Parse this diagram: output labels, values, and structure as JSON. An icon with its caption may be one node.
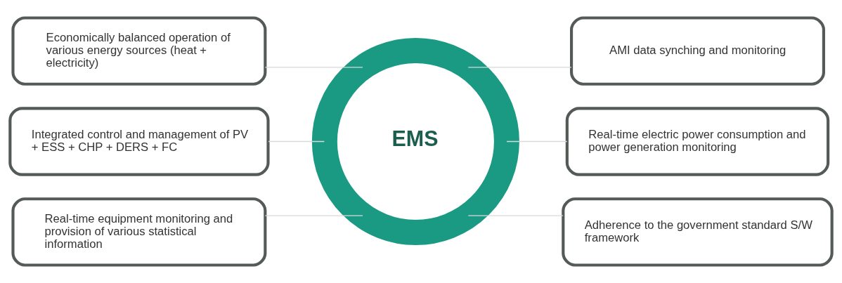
{
  "diagram": {
    "nodes": [
      {
        "text": [
          "Economically balanced operation of various energy sources (heat + electricity)"
        ]
      },
      {
        "text": [
          "Integrated control and management of PV + ESS + CHP + DERS + FC"
        ]
      },
      {
        "text": [
          "Real-time equipment monitoring and provision of various statistical information"
        ]
      },
      {
        "text": [
          "EMS"
        ]
      },
      {
        "text": [
          "AMI data synching and monitoring"
        ]
      },
      {
        "text": [
          "Real-time electric power consumption and power generation monitoring"
        ]
      },
      {
        "text": [
          "Adherence to the government standard S/W framework"
        ]
      }
    ],
    "edges": [
      {
        "from": 0,
        "to": 3,
        "arrow": "none"
      },
      {
        "from": 1,
        "to": 3,
        "arrow": "none"
      },
      {
        "from": 2,
        "to": 3,
        "arrow": "none"
      },
      {
        "from": 3,
        "to": 4,
        "arrow": "none"
      },
      {
        "from": 3,
        "to": 5,
        "arrow": "none"
      },
      {
        "from": 3,
        "to": 6,
        "arrow": "none"
      }
    ]
  }
}
